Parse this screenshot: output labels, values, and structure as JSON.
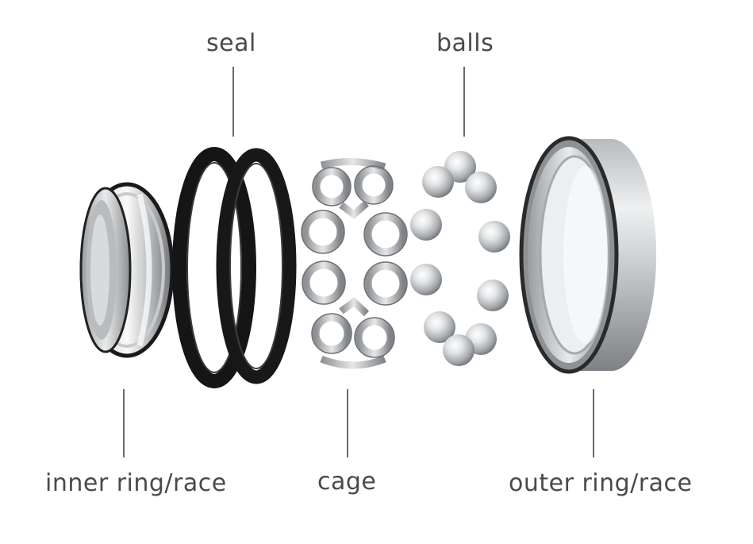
{
  "labels": {
    "seal": "seal",
    "balls": "balls",
    "inner_ring": "inner ring/race",
    "cage": "cage",
    "outer_ring": "outer ring/race"
  },
  "colors": {
    "text": "#4a4a4a",
    "leader": "#6a6a6a",
    "seal_rubber": "#161616",
    "steel_light": "#e4e6e8",
    "steel_dark": "#8a8d90"
  },
  "components": {
    "balls_count": 10
  }
}
